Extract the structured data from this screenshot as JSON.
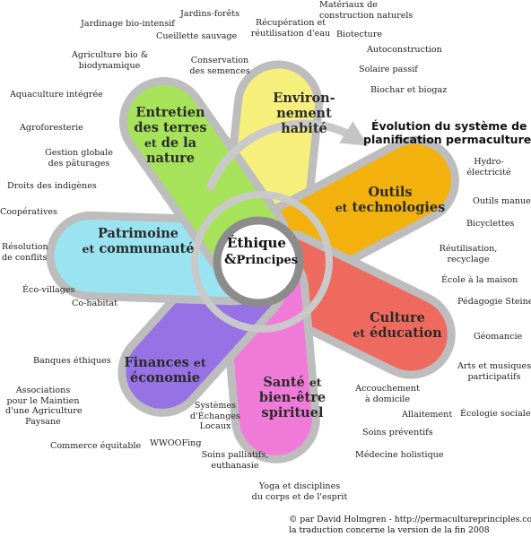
{
  "center": {
    "line1": "Éthique",
    "amp": "&",
    "line2": "Principes"
  },
  "evolution": {
    "line1": "Évolution du système de",
    "line2": "planification permaculturel"
  },
  "credit": {
    "line1": "© par David Holmgren - http://permacultureprinciples.com/",
    "line2": "la traduction concerne la version de la fin 2008"
  },
  "colors": {
    "environnement": "#f7ef7c",
    "outils": "#f2b10c",
    "culture": "#ef6a5e",
    "sante": "#f07ad8",
    "finances": "#9672e4",
    "patrimoine": "#9ae3f1",
    "entretien": "#a7e35a",
    "outline": "#bdbdbd"
  },
  "petals": {
    "environnement": {
      "l1": "Environ-",
      "l2": "nement",
      "l3": "habité"
    },
    "outils": {
      "l1": "Outils",
      "l2a": "et",
      "l2b": "technologies"
    },
    "culture": {
      "l1": "Culture",
      "l2a": "et",
      "l2b": "éducation"
    },
    "sante": {
      "l1": "Santé",
      "l2a": "et",
      "l3": "bien-être",
      "l4": "spirituel"
    },
    "finances": {
      "l1a": "Finances",
      "l1b": "et",
      "l2": "économie"
    },
    "patrimoine": {
      "l1": "Patrimoine",
      "l2a": "et",
      "l2b": "communauté"
    },
    "entretien": {
      "l1": "Entretien",
      "l2": "des terres",
      "l3a": "et",
      "l3b": "de la",
      "l4": "nature"
    }
  },
  "labels": {
    "jardins_forets": "Jardins-forêts",
    "jardinage_bio_intensif": "Jardinage bio-intensif",
    "cueillette_sauvage": "Cueillette sauvage",
    "recuperation_1": "Récupération et",
    "recuperation_2": "réutilisation d'eau",
    "materiaux_1": "Matériaux de",
    "materiaux_2": "construction naturels",
    "biotecture": "Biotecture",
    "autoconstruction": "Autoconstruction",
    "solaire_passif": "Solaire passif",
    "biochar": "Biochar et biogaz",
    "agriculture_bio_1": "Agriculture bio &",
    "agriculture_bio_2": "biodynamique",
    "conservation_1": "Conservation",
    "conservation_2": "des semences",
    "aquaculture": "Aquaculture intégrée",
    "agroforesterie": "Agroforesterie",
    "gestion_1": "Gestion globale",
    "gestion_2": "des pâturages",
    "droits": "Droits des indigènes",
    "cooperatives": "Coopératives",
    "resolution_1": "Résolution",
    "resolution_2": "de conflits",
    "eco_villages": "Éco-villages",
    "co_habitat": "Co-habitat",
    "hydro_1": "Hydro-",
    "hydro_2": "électricité",
    "outils_manuels": "Outils manuels",
    "bicyclettes": "Bicyclettes",
    "reutilisation_1": "Réutilisation,",
    "reutilisation_2": "recyclage",
    "ecole": "École à la maison",
    "steiner": "Pédagogie Steiner",
    "geomancie": "Géomancie",
    "arts_1": "Arts et musiques",
    "arts_2": "participatifs",
    "ecologie_sociale": "Écologie sociale",
    "accouchement_1": "Accouchement",
    "accouchement_2": "à domicile",
    "allaitement": "Allaitement",
    "soins_preventifs": "Soins préventifs",
    "medecine": "Médecine holistique",
    "yoga_1": "Yoga et disciplines",
    "yoga_2": "du corps et de l'esprit",
    "soins_palliatifs_1": "Soins palliatifs,",
    "soins_palliatifs_2": "euthanasie",
    "systemes_1": "Systèmes",
    "systemes_2": "d'Échanges",
    "systemes_3": "Locaux",
    "wwoofing": "WWOOFing",
    "commerce": "Commerce équitable",
    "banques": "Banques éthiques",
    "associations_1": "Associations",
    "associations_2": "pour le Maintien",
    "associations_3": "d'une Agriculture",
    "associations_4": "Paysane"
  }
}
